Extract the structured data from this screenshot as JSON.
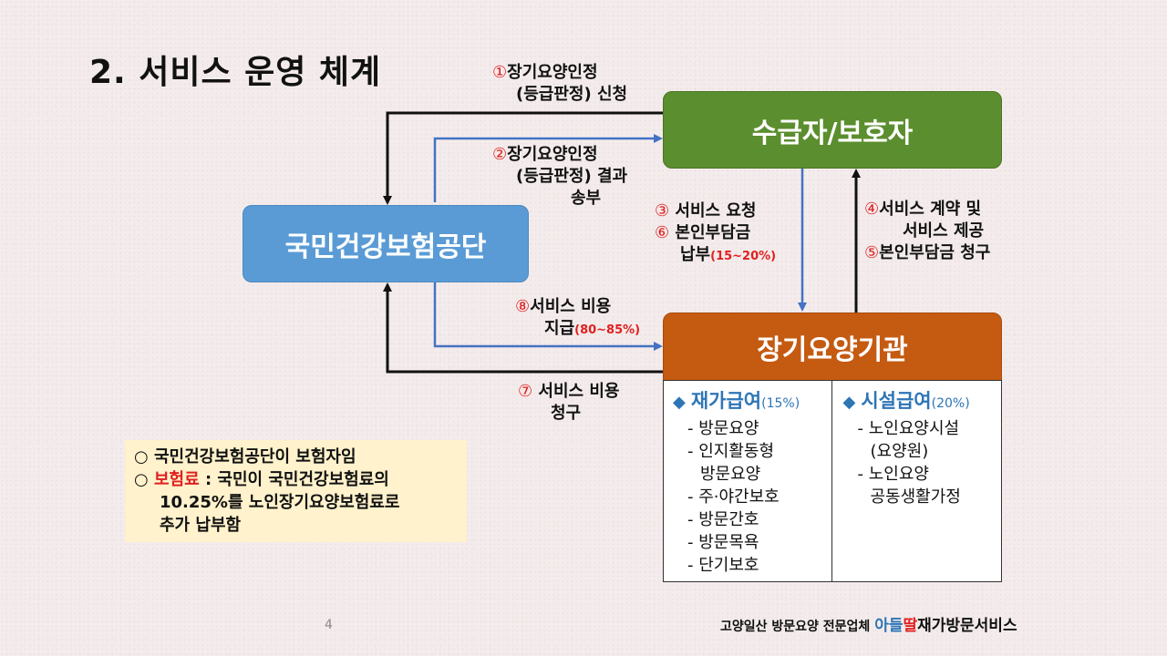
{
  "title": "2. 서비스 운영 체계",
  "boxes": {
    "recipient": "수급자/보호자",
    "nhis": "국민건강보험공단",
    "agency": "장기요양기관"
  },
  "labels": {
    "l1": {
      "num": "①",
      "line1": "장기요양인정",
      "line2": "(등급판정) 신청"
    },
    "l2": {
      "num": "②",
      "line1": "장기요양인정",
      "line2": "(등급판정) 결과",
      "line3": "송부"
    },
    "l3": {
      "num": "③",
      "text": "서비스 요청"
    },
    "l6": {
      "num": "⑥",
      "line1": "본인부담금",
      "line2": "납부",
      "pct": "(15~20%)"
    },
    "l4": {
      "num": "④",
      "line1": "서비스 계약 및",
      "line2": "서비스 제공"
    },
    "l5": {
      "num": "⑤",
      "text": "본인부담금 청구"
    },
    "l8": {
      "num": "⑧",
      "line1": "서비스 비용",
      "line2": "지급",
      "pct": "(80~85%)"
    },
    "l7": {
      "num": "⑦",
      "line1": "서비스 비용",
      "line2": "청구"
    }
  },
  "table": {
    "home": {
      "bullet": "◆",
      "title": "재가급여",
      "pct": "(15%)",
      "items": [
        "- 방문요양",
        "- 인지활동형",
        "방문요양",
        "- 주·야간보호",
        "- 방문간호",
        "- 방문목욕",
        "- 단기보호"
      ]
    },
    "facility": {
      "bullet": "◆",
      "title": "시설급여",
      "pct": "(20%)",
      "items": [
        "- 노인요양시설",
        "(요양원)",
        "- 노인요양",
        "공동생활가정"
      ]
    }
  },
  "note": {
    "bullet": "○",
    "line1": "국민건강보험공단이 보험자임",
    "line2_red": "보험료",
    "line2_rest": " : 국민이 국민건강보험료의",
    "line3": "10.25%를 노인장기요양보험료로",
    "line4": "추가 납부함"
  },
  "page_number": "4",
  "footer": {
    "prefix": "고양일산 방문요양 전문업체 ",
    "brand_blue": "아들",
    "brand_red": "딸",
    "brand_rest": "재가방문서비스"
  },
  "colors": {
    "green": "#5b8e2e",
    "blue": "#5a9bd5",
    "orange": "#c55a11",
    "arrow_blue": "#4472c4",
    "red": "#e02020",
    "note_bg": "#fff2cc"
  }
}
